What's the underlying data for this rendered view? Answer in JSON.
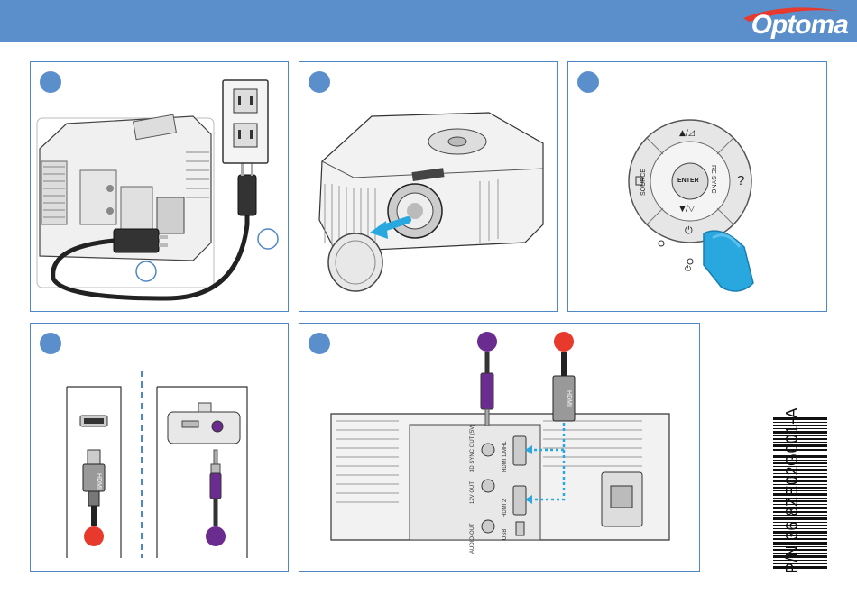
{
  "header": {
    "brand": "Optoma",
    "color": "#5b8fcc",
    "swoosh_color": "#e8392d"
  },
  "remote": {
    "up_label": "▲/◿",
    "down_label": "▼/▽",
    "enter_label": "ENTER",
    "source_label": "SOURCE",
    "resync_label": "RE-SYNC",
    "help_label": "?",
    "power_label": "⏻"
  },
  "ports": {
    "sync_label": "3D SYNC OUT (5V)",
    "out12_label": "12V OUT",
    "audio_label": "AUDIO-OUT",
    "hdmi1_label": "HDMI 1/MHL",
    "hdmi2_label": "HDMI 2",
    "usb_label": "USB"
  },
  "cables": {
    "hdmi_text": "HDMI",
    "red": "#e8392d",
    "purple": "#6b2c8f",
    "cyan": "#29a8e0"
  },
  "part_number": "P/N 36.8ZE02G001-A"
}
